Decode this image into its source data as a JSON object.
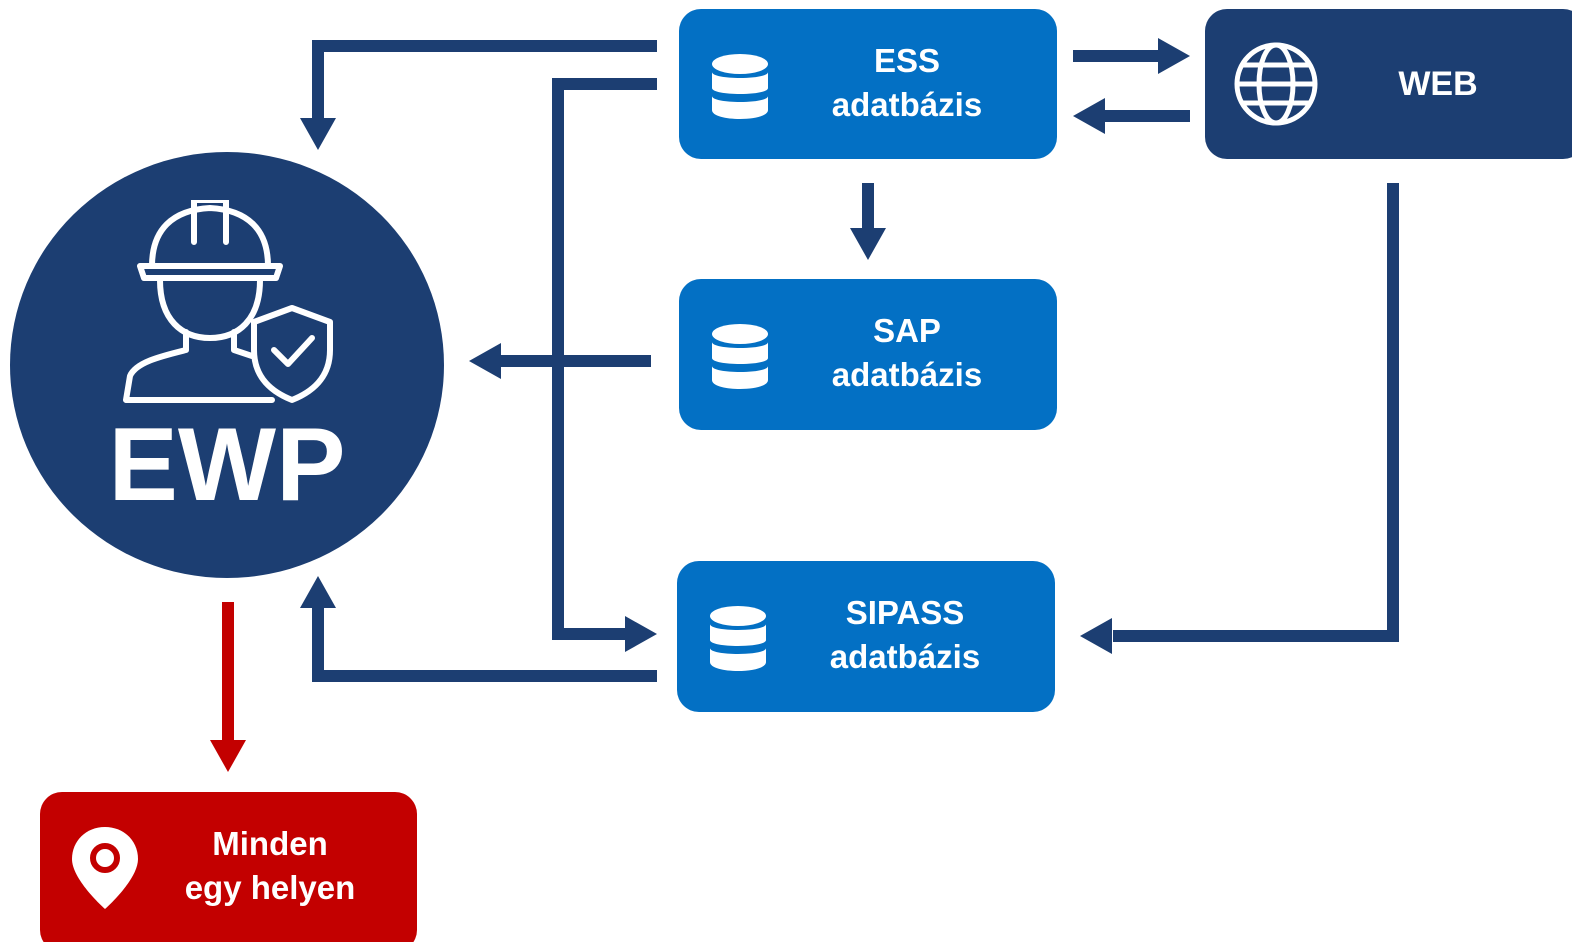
{
  "colors": {
    "db_box": "#0370c4",
    "web_box": "#1c3e72",
    "ewp_circle": "#1c3e72",
    "arrow": "#1c3e72",
    "red": "#c30000",
    "text": "#ffffff"
  },
  "nodes": {
    "ewp": {
      "label": "EWP",
      "icon": "worker-shield-icon"
    },
    "ess": {
      "line1": "ESS",
      "line2": "adatbázis",
      "icon": "database-icon"
    },
    "sap": {
      "line1": "SAP",
      "line2": "adatbázis",
      "icon": "database-icon"
    },
    "sipass": {
      "line1": "SIPASS",
      "line2": "adatbázis",
      "icon": "database-icon"
    },
    "web": {
      "label": "WEB",
      "icon": "globe-icon"
    },
    "minden": {
      "line1": "Minden",
      "line2": "egy helyen",
      "icon": "location-pin-icon"
    }
  },
  "edges": [
    {
      "from": "ess",
      "to": "ewp"
    },
    {
      "from": "ess",
      "to": "sipass"
    },
    {
      "from": "ess",
      "to": "web"
    },
    {
      "from": "web",
      "to": "ess"
    },
    {
      "from": "ess",
      "to": "sap"
    },
    {
      "from": "sap",
      "to": "ewp"
    },
    {
      "from": "web",
      "to": "sipass"
    },
    {
      "from": "sipass",
      "to": "ewp"
    },
    {
      "from": "ewp",
      "to": "minden",
      "color": "red"
    }
  ]
}
